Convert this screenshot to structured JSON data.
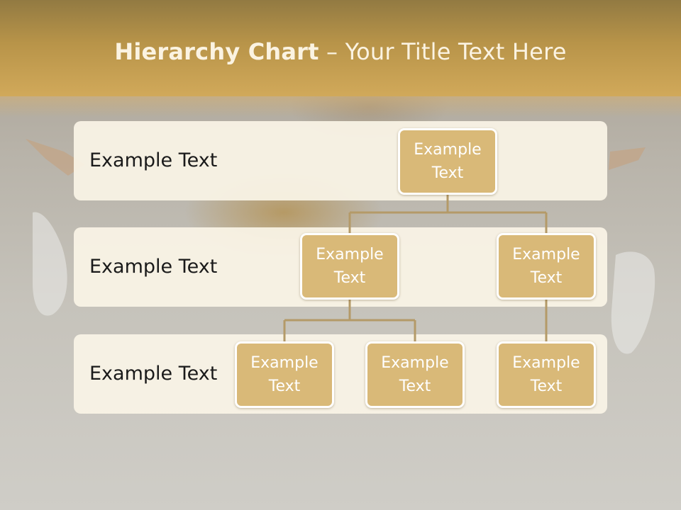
{
  "slide": {
    "title_bold": "Hierarchy Chart",
    "title_rest": " – Your Title Text Here"
  },
  "levels": [
    {
      "label": "Example Text"
    },
    {
      "label": "Example Text"
    },
    {
      "label": "Example Text"
    }
  ],
  "nodes": {
    "root": "Example Text",
    "level2_left": "Example Text",
    "level2_right": "Example Text",
    "level3_a": "Example Text",
    "level3_b": "Example Text",
    "level3_c": "Example Text"
  },
  "colors": {
    "header": "#c9a155",
    "node_fill": "#d9b978",
    "band_fill": "#faf4e6",
    "connector": "#b49a68"
  }
}
